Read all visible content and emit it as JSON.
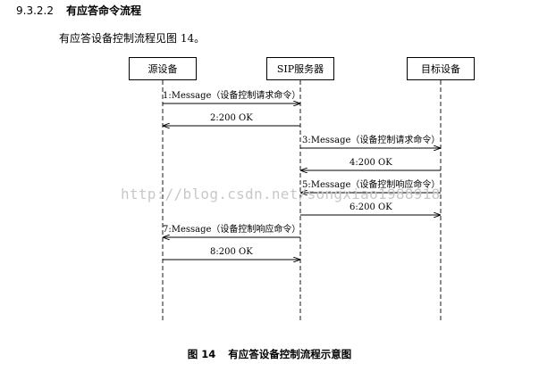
{
  "heading": {
    "number": "9.3.2.2",
    "title": "有应答命令流程"
  },
  "intro": "有应答设备控制流程见图 14。",
  "watermark": "http://blog.csdn.net/songxiao1988918",
  "caption": {
    "figure": "图 14",
    "title": "有应答设备控制流程示意图"
  },
  "actors": [
    {
      "id": "src",
      "label": "源设备"
    },
    {
      "id": "sip",
      "label": "SIP服务器"
    },
    {
      "id": "dst",
      "label": "目标设备"
    }
  ],
  "messages": [
    {
      "from": "src",
      "to": "sip",
      "label": "1:Message（设备控制请求命令）"
    },
    {
      "from": "sip",
      "to": "src",
      "label": "2:200 OK"
    },
    {
      "from": "sip",
      "to": "dst",
      "label": "3:Message（设备控制请求命令）"
    },
    {
      "from": "dst",
      "to": "sip",
      "label": "4:200 OK"
    },
    {
      "from": "dst",
      "to": "sip",
      "label": "5:Message（设备控制响应命令）"
    },
    {
      "from": "sip",
      "to": "dst",
      "label": "6:200 OK"
    },
    {
      "from": "sip",
      "to": "src",
      "label": "7:Message（设备控制响应命令）"
    },
    {
      "from": "src",
      "to": "sip",
      "label": "8:200 OK"
    }
  ]
}
